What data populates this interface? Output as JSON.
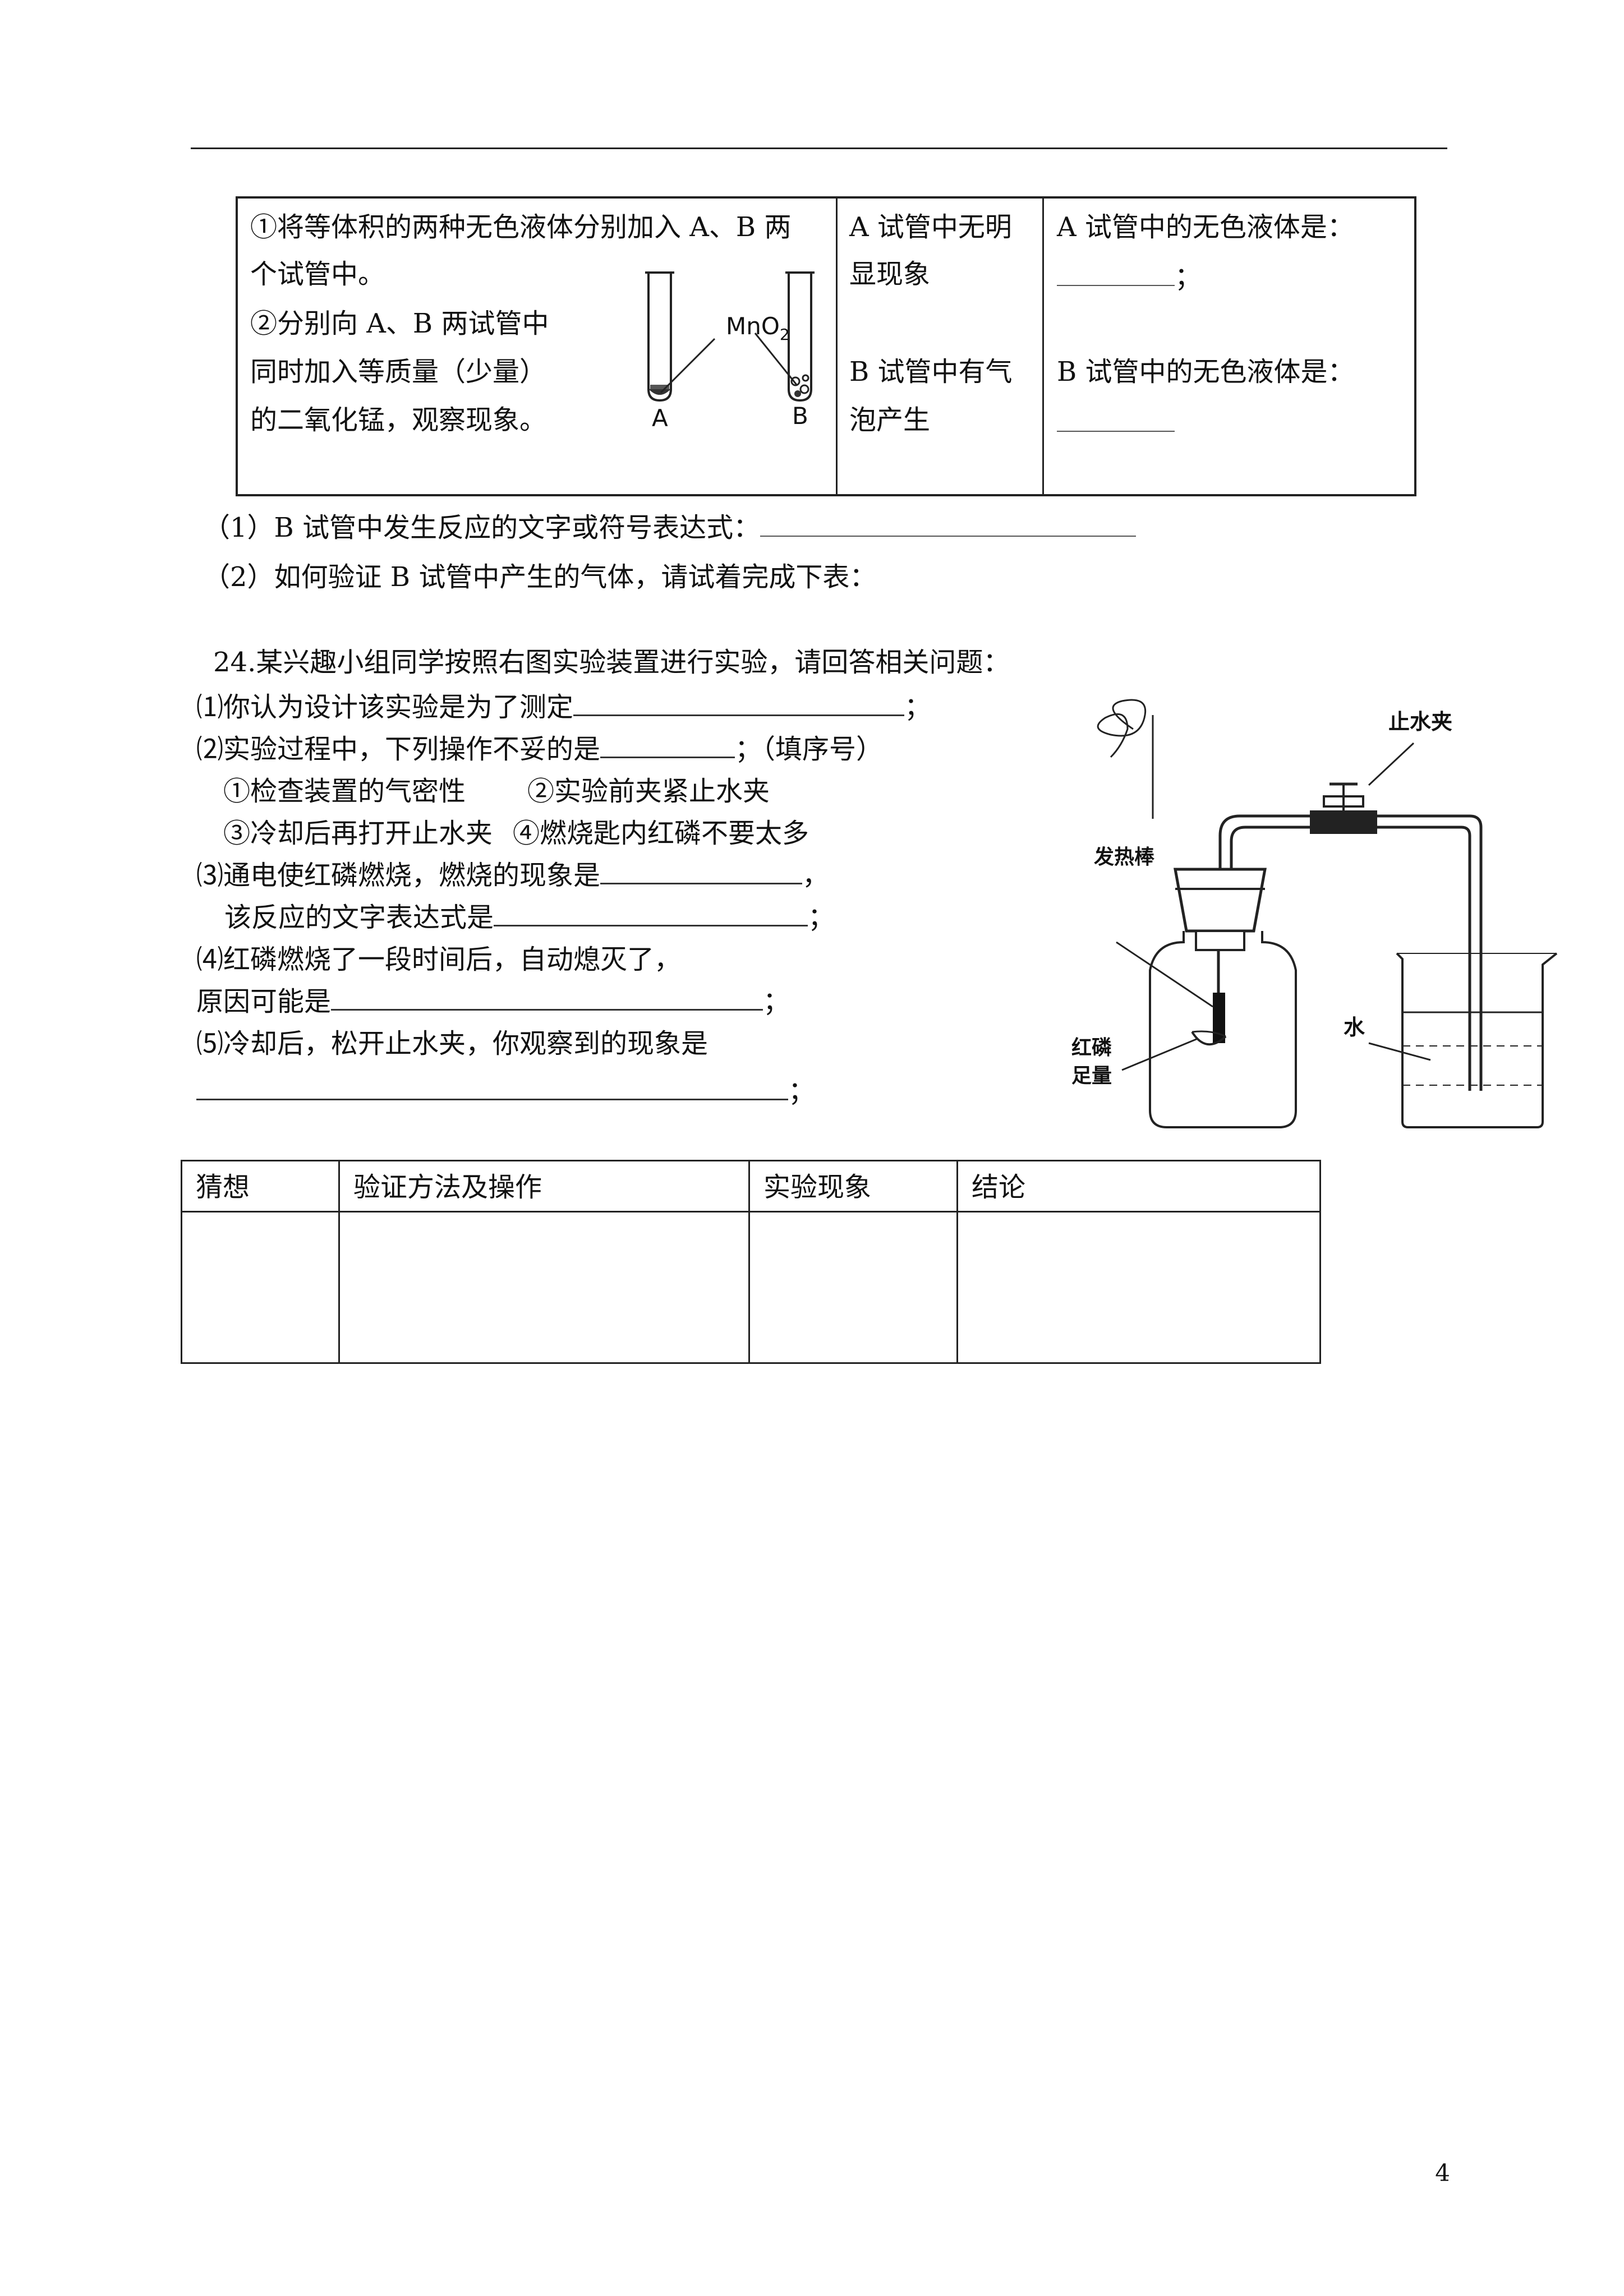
{
  "table1": {
    "step1": "①将等体积的两种无色液体分别加入 A、B 两",
    "step1b": "个试管中。",
    "step2a": "②分别向 A、B 两试管中",
    "step2b": "同时加入等质量（少量）",
    "step2c": "的二氧化锰，观察现象。",
    "tube_label_a": "A",
    "tube_label_b": "B",
    "mno2": "MnO",
    "mno2_sub": "2",
    "obs_a_1": "A 试管中无明",
    "obs_a_2": "显现象",
    "obs_b_1": "B 试管中有气",
    "obs_b_2": "泡产生",
    "concl_a": "A 试管中的无色液体是：",
    "concl_a_end": "；",
    "concl_b": "B 试管中的无色液体是："
  },
  "q1": "（1）B 试管中发生反应的文字或符号表达式：",
  "q2": "（2）如何验证 B 试管中产生的气体，请试着完成下表：",
  "q24": {
    "title": "24.某兴趣小组同学按照右图实验装置进行实验，请回答相关问题：",
    "p1": "⑴你认为设计该实验是为了测定",
    "p1_end": "；",
    "p2": "⑵实验过程中，下列操作不妥的是",
    "p2_end": "；（填序号）",
    "opt1": "①检查装置的气密性",
    "opt2": "②实验前夹紧止水夹",
    "opt3": "③冷却后再打开止水夹",
    "opt4": "④燃烧匙内红磷不要太多",
    "p3": "⑶通电使红磷燃烧，燃烧的现象是",
    "p3_end": "，",
    "p3b": "该反应的文字表达式是",
    "p3b_end": "；",
    "p4": "⑷红磷燃烧了一段时间后，自动熄灭了，",
    "p4b": "原因可能是",
    "p4b_end": "；",
    "p5": "⑸冷却后，松开止水夹，你观察到的现象是",
    "p5_end": "；"
  },
  "apparatus": {
    "clamp_label": "止水夹",
    "rod_label": "发热棒",
    "phos_label_1": "红磷",
    "phos_label_2": "足量",
    "water_label": "水"
  },
  "table2": {
    "headers": [
      "猜想",
      "验证方法及操作",
      "实验现象",
      "结论"
    ]
  },
  "page_number": "4"
}
